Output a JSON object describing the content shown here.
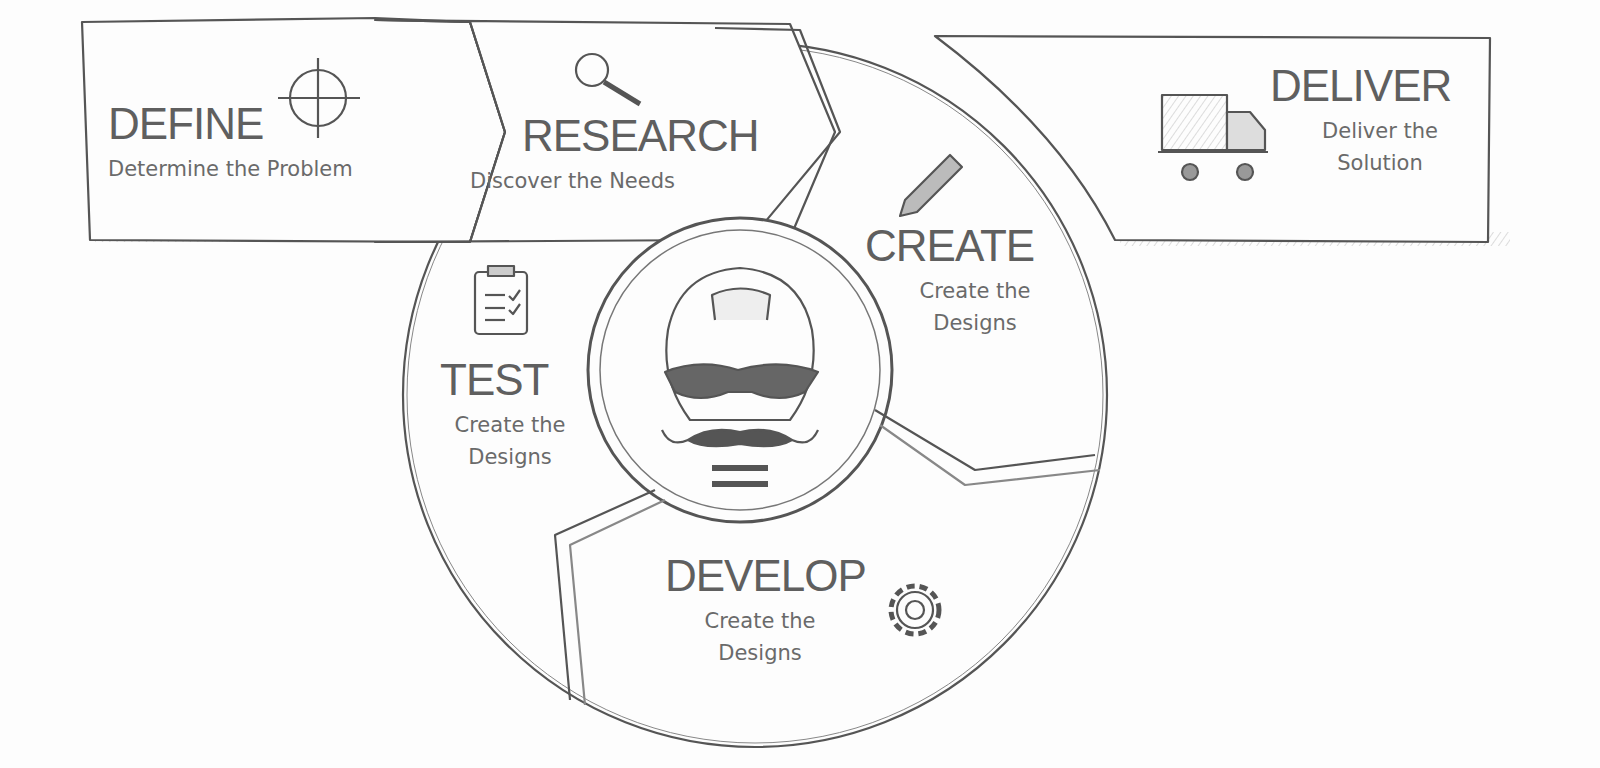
{
  "diagram": {
    "nodes": [
      {
        "text": [
          "DEFINE",
          "Determine the Problem"
        ]
      },
      {
        "text": [
          "RESEARCH",
          "Discover the Needs"
        ]
      },
      {
        "text": [
          "CREATE",
          "Create the Designs"
        ]
      },
      {
        "text": [
          "DEVELOP",
          "Create the Designs"
        ]
      },
      {
        "text": [
          "TEST",
          "Create the Designs"
        ]
      },
      {
        "text": [
          "DELIVER",
          "Deliver the Solution"
        ]
      }
    ]
  }
}
